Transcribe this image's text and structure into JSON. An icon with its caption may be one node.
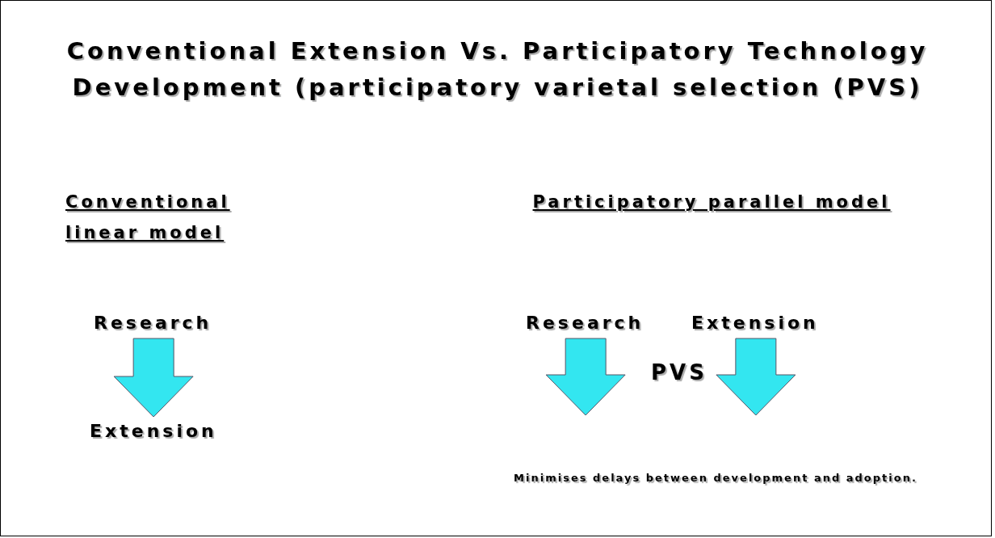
{
  "diagram": {
    "title": "Conventional Extension Vs. Participatory Technology Development (participatory varietal selection (PVS)",
    "nodes": [
      {
        "text": [
          "Research"
        ]
      },
      {
        "text": [
          "Extension"
        ]
      },
      {
        "text": [
          "Research"
        ]
      },
      {
        "text": [
          "Extension"
        ]
      }
    ],
    "edges": [
      {
        "from": 0,
        "to": 1,
        "arrow": "to"
      },
      {
        "from": 2,
        "to": null,
        "arrow": "to"
      },
      {
        "from": 3,
        "to": null,
        "arrow": "to"
      }
    ],
    "labels": [
      "Conventional linear model",
      "Participatory parallel model",
      "PVS",
      "Minimises delays between development and adoption."
    ]
  }
}
